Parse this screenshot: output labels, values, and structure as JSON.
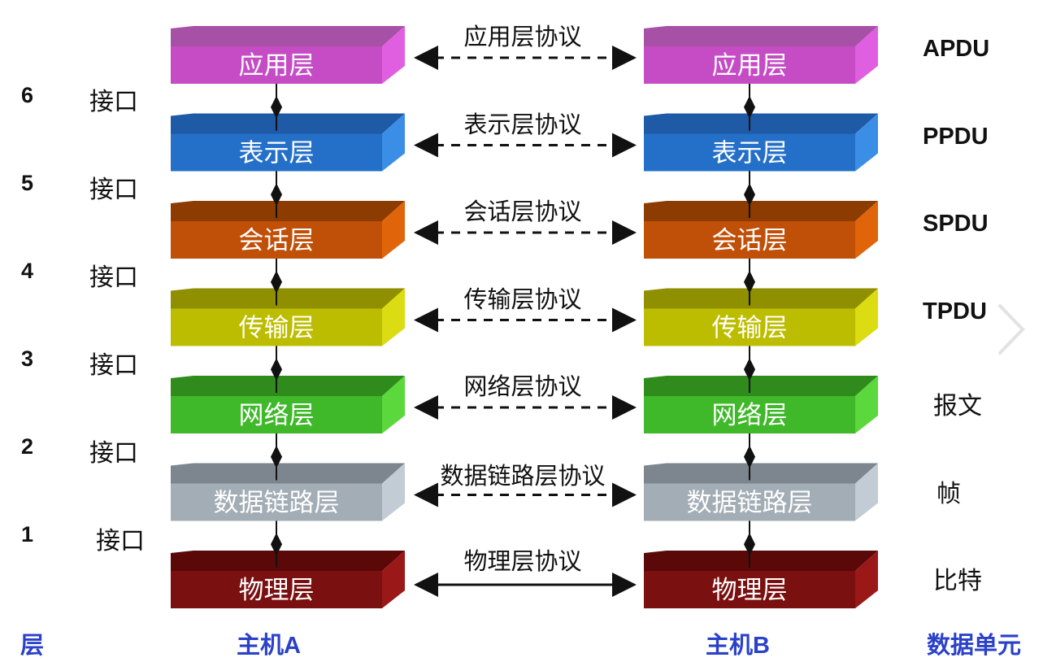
{
  "layers": [
    {
      "name": "应用层",
      "protocol": "应用层协议",
      "unit": "APDU",
      "unit_latin": true,
      "colors": {
        "top": "#a650a6",
        "front": "#c54cc5",
        "side": "#e05fe0"
      },
      "protocol_line": "dashed"
    },
    {
      "name": "表示层",
      "protocol": "表示层协议",
      "unit": "PPDU",
      "unit_latin": true,
      "colors": {
        "top": "#1e5aa5",
        "front": "#2470c8",
        "side": "#3a8ee6"
      },
      "protocol_line": "dashed"
    },
    {
      "name": "会话层",
      "protocol": "会话层协议",
      "unit": "SPDU",
      "unit_latin": true,
      "colors": {
        "top": "#8c3c00",
        "front": "#c04f08",
        "side": "#e0650a"
      },
      "protocol_line": "dashed"
    },
    {
      "name": "传输层",
      "protocol": "传输层协议",
      "unit": "TPDU",
      "unit_latin": true,
      "colors": {
        "top": "#8f8f00",
        "front": "#bdbd00",
        "side": "#dcdc12"
      },
      "protocol_line": "dashed"
    },
    {
      "name": "网络层",
      "protocol": "网络层协议",
      "unit": "报文",
      "unit_latin": false,
      "colors": {
        "top": "#2f8c1c",
        "front": "#3fb82a",
        "side": "#5ad83c"
      },
      "protocol_line": "dashed"
    },
    {
      "name": "数据链路层",
      "protocol": "数据链路层协议",
      "unit": "帧",
      "unit_latin": false,
      "colors": {
        "top": "#7d868e",
        "front": "#a3adb5",
        "side": "#c2ccd4"
      },
      "protocol_line": "dashed"
    },
    {
      "name": "物理层",
      "protocol": "物理层协议",
      "unit": "比特",
      "unit_latin": false,
      "colors": {
        "top": "#5a0808",
        "front": "#7a1010",
        "side": "#9a1818"
      },
      "protocol_line": "solid"
    }
  ],
  "interfaces": [
    {
      "number": "6",
      "label": "接口"
    },
    {
      "number": "5",
      "label": "接口"
    },
    {
      "number": "4",
      "label": "接口"
    },
    {
      "number": "3",
      "label": "接口"
    },
    {
      "number": "2",
      "label": "接口"
    },
    {
      "number": "1",
      "label": "接口"
    }
  ],
  "footer": {
    "layer_col": "层",
    "host_a": "主机A",
    "host_b": "主机B",
    "unit_col": "数据单元"
  },
  "icons": {
    "next": "chevron-right-icon"
  }
}
